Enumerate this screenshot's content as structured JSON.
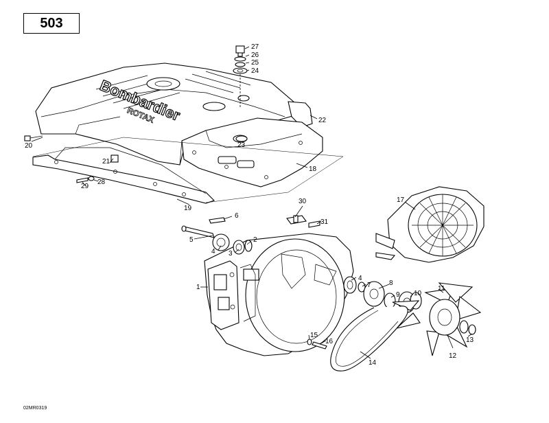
{
  "diagram_number": "503",
  "drawing_code": "02MR0319",
  "brand_text": "Bombardier",
  "brand_sub": "ROTAX",
  "callouts": {
    "c1": "1",
    "c2": "2",
    "c3": "3",
    "c4a": "4",
    "c4b": "4",
    "c5": "5",
    "c6": "6",
    "c7": "7",
    "c8": "8",
    "c9": "9",
    "c10": "10",
    "c11": "11",
    "c12": "12",
    "c13": "13",
    "c14": "14",
    "c15": "15",
    "c16": "16",
    "c17": "17",
    "c18": "18",
    "c19": "19",
    "c20": "20",
    "c21": "21",
    "c22": "22",
    "c23": "23",
    "c24": "24",
    "c25": "25",
    "c26": "26",
    "c27": "27",
    "c28": "28",
    "c29": "29",
    "c30": "30",
    "c31": "31"
  }
}
